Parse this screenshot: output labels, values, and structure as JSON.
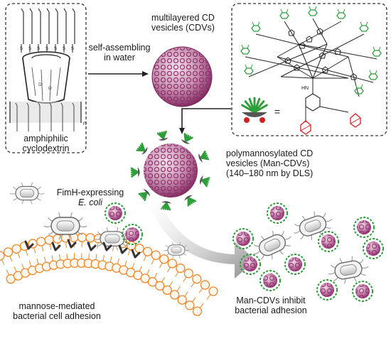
{
  "labels": {
    "cd_name_line1": "amphiphilic",
    "cd_name_line2": "cyclodextrin",
    "assembly_line1": "self-assembling",
    "assembly_line2": "in water",
    "cdv_line1": "multilayered CD",
    "cdv_line2": "vesicles (CDVs)",
    "mancdv_line1": "polymannosylated CD",
    "mancdv_line2": "vesicles (Man-CDVs)",
    "mancdv_line3": "(140–180 nm by DLS)",
    "bacteria_line1": "FimH-expressing",
    "bacteria_line2": "E. coli",
    "adhesion_line1": "mannose-mediated",
    "adhesion_line2": "bacterial cell adhesion",
    "inhibit_line1": "Man-CDVs inhibit",
    "inhibit_line2": "bacterial adhesion",
    "equals": "=",
    "amide": "HN",
    "carbonyl": "O",
    "repeat_n": "n",
    "amide_o": "O"
  },
  "colors": {
    "sugar_green": "#2e9e3a",
    "vesicle_purple": "#8f2a6b",
    "vesicle_core": "#c9a0b8",
    "membrane_orange": "#f0862a",
    "membrane_fill": "#fff6ec",
    "adamantane_red": "#d21f1f",
    "linker_black": "#222222",
    "bacteria_grey": "#9a9a9a",
    "arrow_grey": "#8c8c8c"
  },
  "icons": [
    "cyclodextrin-cone-icon",
    "vesicle-icon",
    "dendron-glyph-icon",
    "bacterium-icon",
    "membrane-bilayer-icon",
    "curved-arrow-icon"
  ]
}
